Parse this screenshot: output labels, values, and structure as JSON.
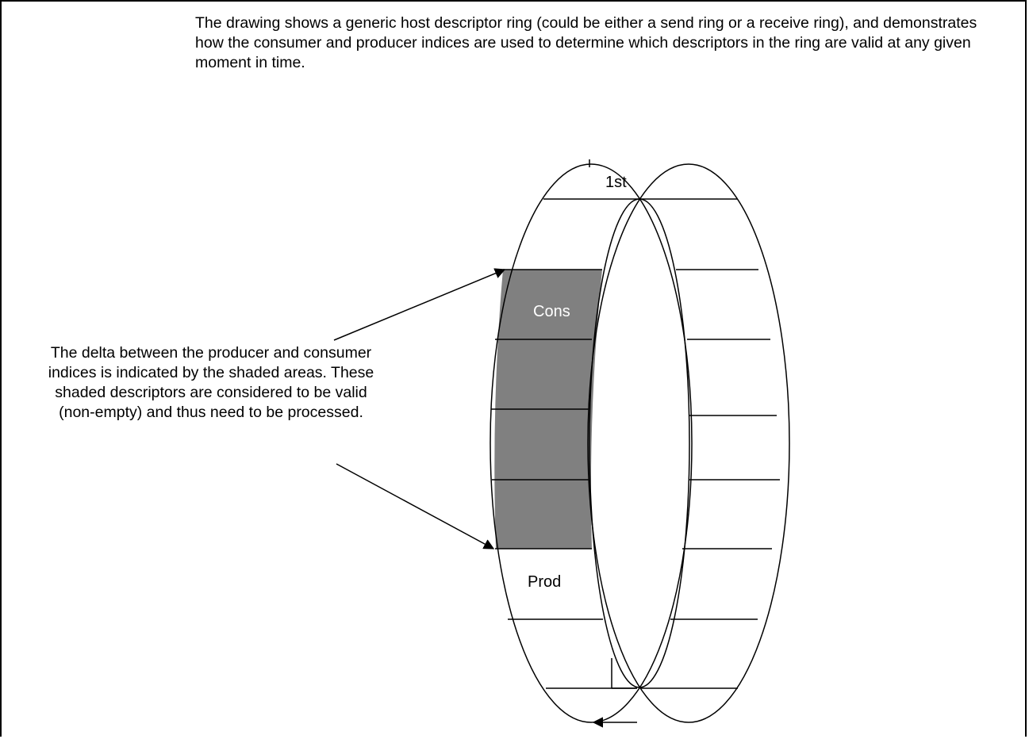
{
  "intro_text": "The drawing shows a generic host descriptor ring (could be either a send ring or a receive ring), and demonstrates how the consumer and producer indices are used to determine which descriptors in the ring are valid at any given moment in time.",
  "callout_text": "The delta between the producer and consumer indices is indicated by the shaded areas.  These shaded descriptors are considered to be valid (non-empty) and thus need to be processed.",
  "ring": {
    "first_label": "1st",
    "cons_label": "Cons",
    "prod_label": "Prod",
    "shaded_color": "#808080",
    "shaded_label_color": "#ffffff"
  }
}
